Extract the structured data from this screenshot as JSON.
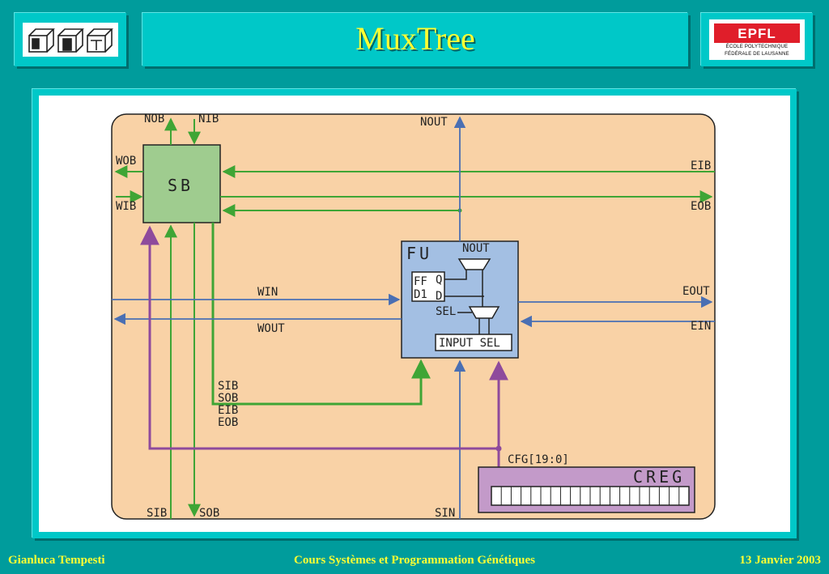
{
  "header": {
    "title": "MuxTree",
    "left_logo": "logic-cubes-logo",
    "right_logo": {
      "mark": "EPFL",
      "line1": "ÉCOLE POLYTECHNIQUE",
      "line2": "FÉDÉRALE DE LAUSANNE"
    }
  },
  "diagram": {
    "blocks": {
      "sb": "SB",
      "fu": "FU",
      "ff": "FF",
      "d1": "D1",
      "creg": "CREG"
    },
    "ports": {
      "nob": "NOB",
      "nib": "NIB",
      "wob": "WOB",
      "wib": "WIB",
      "eib": "EIB",
      "eob": "EOB",
      "nout_top": "NOUT",
      "win": "WIN",
      "wout": "WOUT",
      "eout": "EOUT",
      "ein": "EIN",
      "sib_bottom": "SIB",
      "sob_bottom": "SOB",
      "sin": "SIN",
      "cfg": "CFG[19:0]"
    },
    "fu_internal": {
      "nout": "NOUT",
      "q": "Q",
      "d": "D",
      "sel": "SEL",
      "input_sel": "INPUT SEL"
    },
    "bus_labels": [
      "SIB",
      "SOB",
      "EIB",
      "EOB"
    ],
    "colors": {
      "cell_bg": "#f9d2a6",
      "sb_fill": "#9fcc8f",
      "fu_fill": "#a3bfe3",
      "creg_fill": "#c39ac9",
      "green_wire": "#3fa535",
      "blue_wire": "#4a6fb3",
      "purple_wire": "#8e4a9c"
    }
  },
  "footer": {
    "author": "Gianluca Tempesti",
    "course": "Cours  Systèmes et Programmation Génétiques",
    "date": "13 Janvier 2003"
  }
}
